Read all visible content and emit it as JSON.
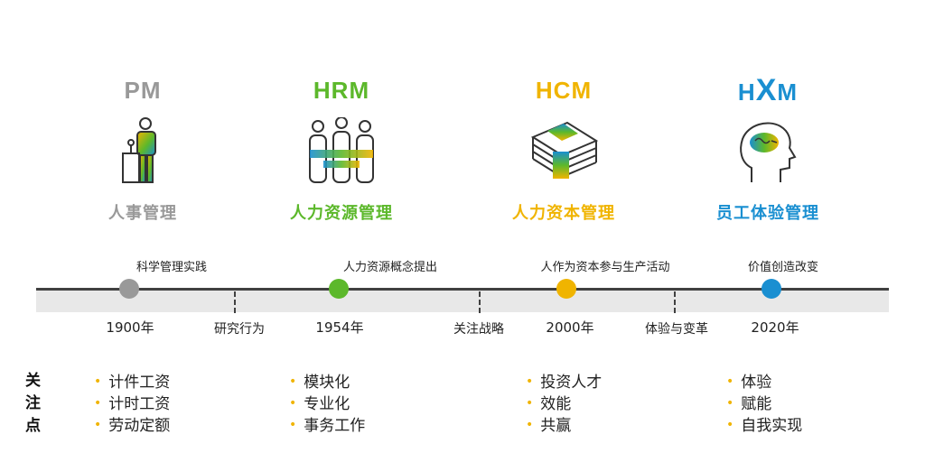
{
  "eras": [
    {
      "acronym": "PM",
      "name": "人事管理",
      "color": "#999999",
      "icon": "person-at-podium-icon"
    },
    {
      "acronym": "HRM",
      "name": "人力资源管理",
      "color": "#5cb82b",
      "icon": "group-of-people-icon"
    },
    {
      "acronym": "HCM",
      "name": "人力资本管理",
      "color": "#f0b400",
      "icon": "stack-of-money-icon"
    },
    {
      "acronym_parts": [
        "H",
        "X",
        "M"
      ],
      "name": "员工体验管理",
      "color": "#1a8fd1",
      "icon": "head-with-brain-icon"
    }
  ],
  "timeline": {
    "events": [
      "科学管理实践",
      "人力资源概念提出",
      "人作为资本参与生产活动",
      "价值创造改变"
    ],
    "years": [
      "1900年",
      "1954年",
      "2000年",
      "2020年"
    ],
    "phases": [
      "研究行为",
      "关注战略",
      "体验与变革"
    ],
    "dot_colors": [
      "#999999",
      "#5cb82b",
      "#f0b400",
      "#1a8fd1"
    ]
  },
  "focus": {
    "title": [
      "关",
      "注",
      "点"
    ],
    "bullet": "•",
    "lists": [
      [
        "计件工资",
        "计时工资",
        "劳动定额"
      ],
      [
        "模块化",
        "专业化",
        "事务工作"
      ],
      [
        "投资人才",
        "效能",
        "共赢"
      ],
      [
        "体验",
        "赋能",
        "自我实现"
      ]
    ]
  }
}
